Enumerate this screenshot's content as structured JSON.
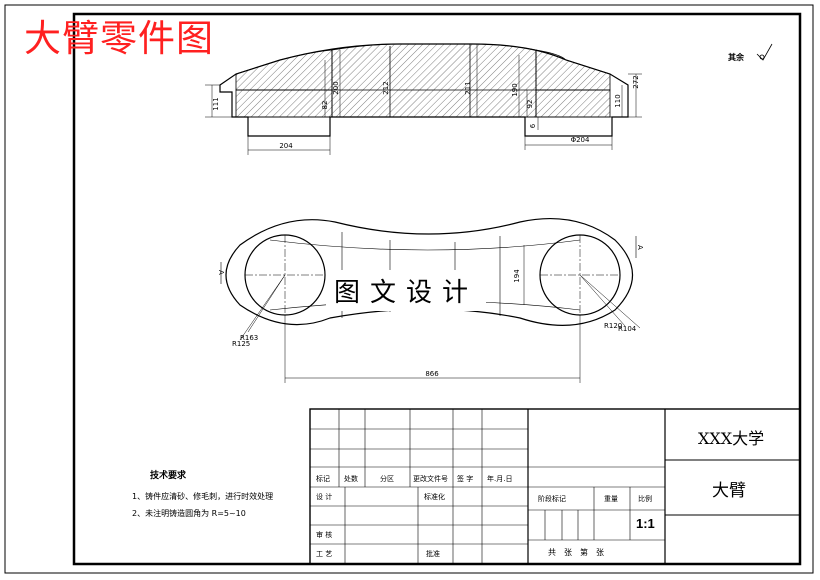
{
  "overlay_title": "大臂零件图",
  "watermark": "图文设计",
  "finish_note": "其余",
  "dimensions": {
    "d111": "111",
    "d82": "82",
    "d200": "200",
    "d212": "212",
    "d211": "211",
    "d190": "190",
    "d92": "92",
    "d6": "6",
    "d272": "272",
    "d110": "110",
    "d204": "204",
    "dphi204": "Φ204",
    "d194": "194",
    "d866": "866",
    "r163": "R163",
    "r125": "R125",
    "r120": "R120",
    "r104": "R104",
    "view_a": "A"
  },
  "technical_requirements": {
    "title": "技术要求",
    "items": [
      "1、铸件应清砂、修毛刺，进行时效处理",
      "2、未注明铸造圆角为 R=5~10"
    ]
  },
  "title_block": {
    "university": "XXX大学",
    "part_name": "大臂",
    "scale": "1:1",
    "labels": {
      "mark": "标记",
      "count": "处数",
      "zone": "分区",
      "change_doc": "更改文件号",
      "signature": "签 字",
      "date": "年.月.日",
      "design": "设 计",
      "standardize": "标准化",
      "stage_mark": "阶段标记",
      "weight": "重量",
      "scale": "比例",
      "review": "审 核",
      "process": "工 艺",
      "approve": "批准",
      "sheets": "共　张　第　张"
    }
  }
}
